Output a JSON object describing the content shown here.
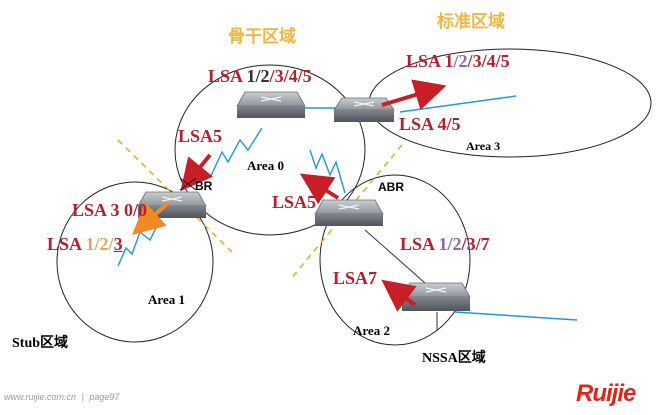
{
  "zones": {
    "backbone": "骨干区域",
    "standard": "标准区域",
    "stub": "Stub区域",
    "nssa": "NSSA区域"
  },
  "areas": {
    "area0": "Area  0",
    "area1": "Area  1",
    "area2": "Area  2",
    "area3": "Area 3"
  },
  "labels": {
    "abr_left": "BR",
    "abr_right": "ABR"
  },
  "lsa": {
    "top": {
      "prefix": "LSA ",
      "a": "1",
      "s1": "/",
      "b": "2",
      "s2": "/",
      "c": "3",
      "s3": "/",
      "d": "4",
      "s4": "/",
      "e": "5"
    },
    "area3_top": {
      "prefix": "LSA ",
      "a": "1",
      "s1": "/",
      "b": "2",
      "s2": "/",
      "c": "3",
      "s3": "/",
      "d": "4",
      "s4": "/",
      "e": "5"
    },
    "area3_45": "LSA 4/5",
    "lsa5_left": "LSA5",
    "lsa5_mid": "LSA5",
    "stub_30": "LSA 3 0/0",
    "stub_123": {
      "prefix": "LSA ",
      "a": "1",
      "s1": "/",
      "b": "2",
      "s2": "/",
      "c": "3"
    },
    "nssa_1237": {
      "prefix": "LSA ",
      "a": "1",
      "s1": "/",
      "b": "2",
      "s2": "/",
      "c": "3",
      "s3": "/",
      "d": "7"
    },
    "lsa7": "LSA7"
  },
  "footer": {
    "url": "www.ruijie.com.cn",
    "sep": "|",
    "page": "page97"
  },
  "brand": {
    "logo": "Ruijie"
  },
  "colors": {
    "lsa_red": "#b5202e",
    "purple": "#8c6aa6",
    "zone_gold": "#f0b642",
    "arrow_red": "#c81e28",
    "arrow_orange": "#f08a24",
    "dashed_orange": "#f0a830",
    "link_blue": "#1e9bd6"
  }
}
